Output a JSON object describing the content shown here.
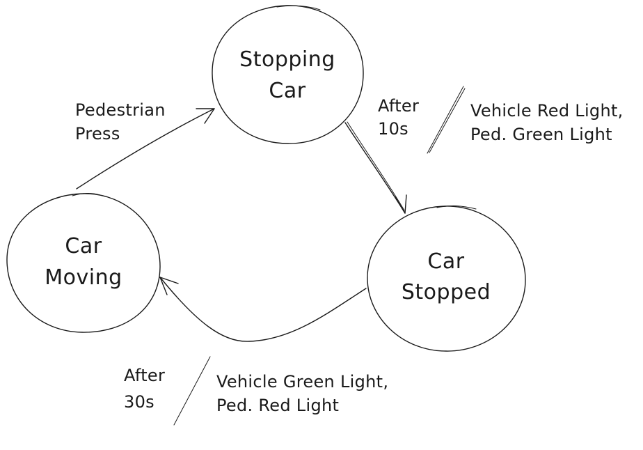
{
  "states": {
    "stopping_car": {
      "line1": "Stopping",
      "line2": "Car"
    },
    "car_stopped": {
      "line1": "Car",
      "line2": "Stopped"
    },
    "car_moving": {
      "line1": "Car",
      "line2": "Moving"
    }
  },
  "transitions": {
    "pedestrian_press": {
      "event_line1": "Pedestrian",
      "event_line2": "Press"
    },
    "after_10s": {
      "event_line1": "After",
      "event_line2": "10s",
      "action_line1": "Vehicle Red Light,",
      "action_line2": "Ped. Green Light"
    },
    "after_30s": {
      "event_line1": "After",
      "event_line2": "30s",
      "action_line1": "Vehicle Green Light,",
      "action_line2": "Ped. Red Light"
    }
  }
}
